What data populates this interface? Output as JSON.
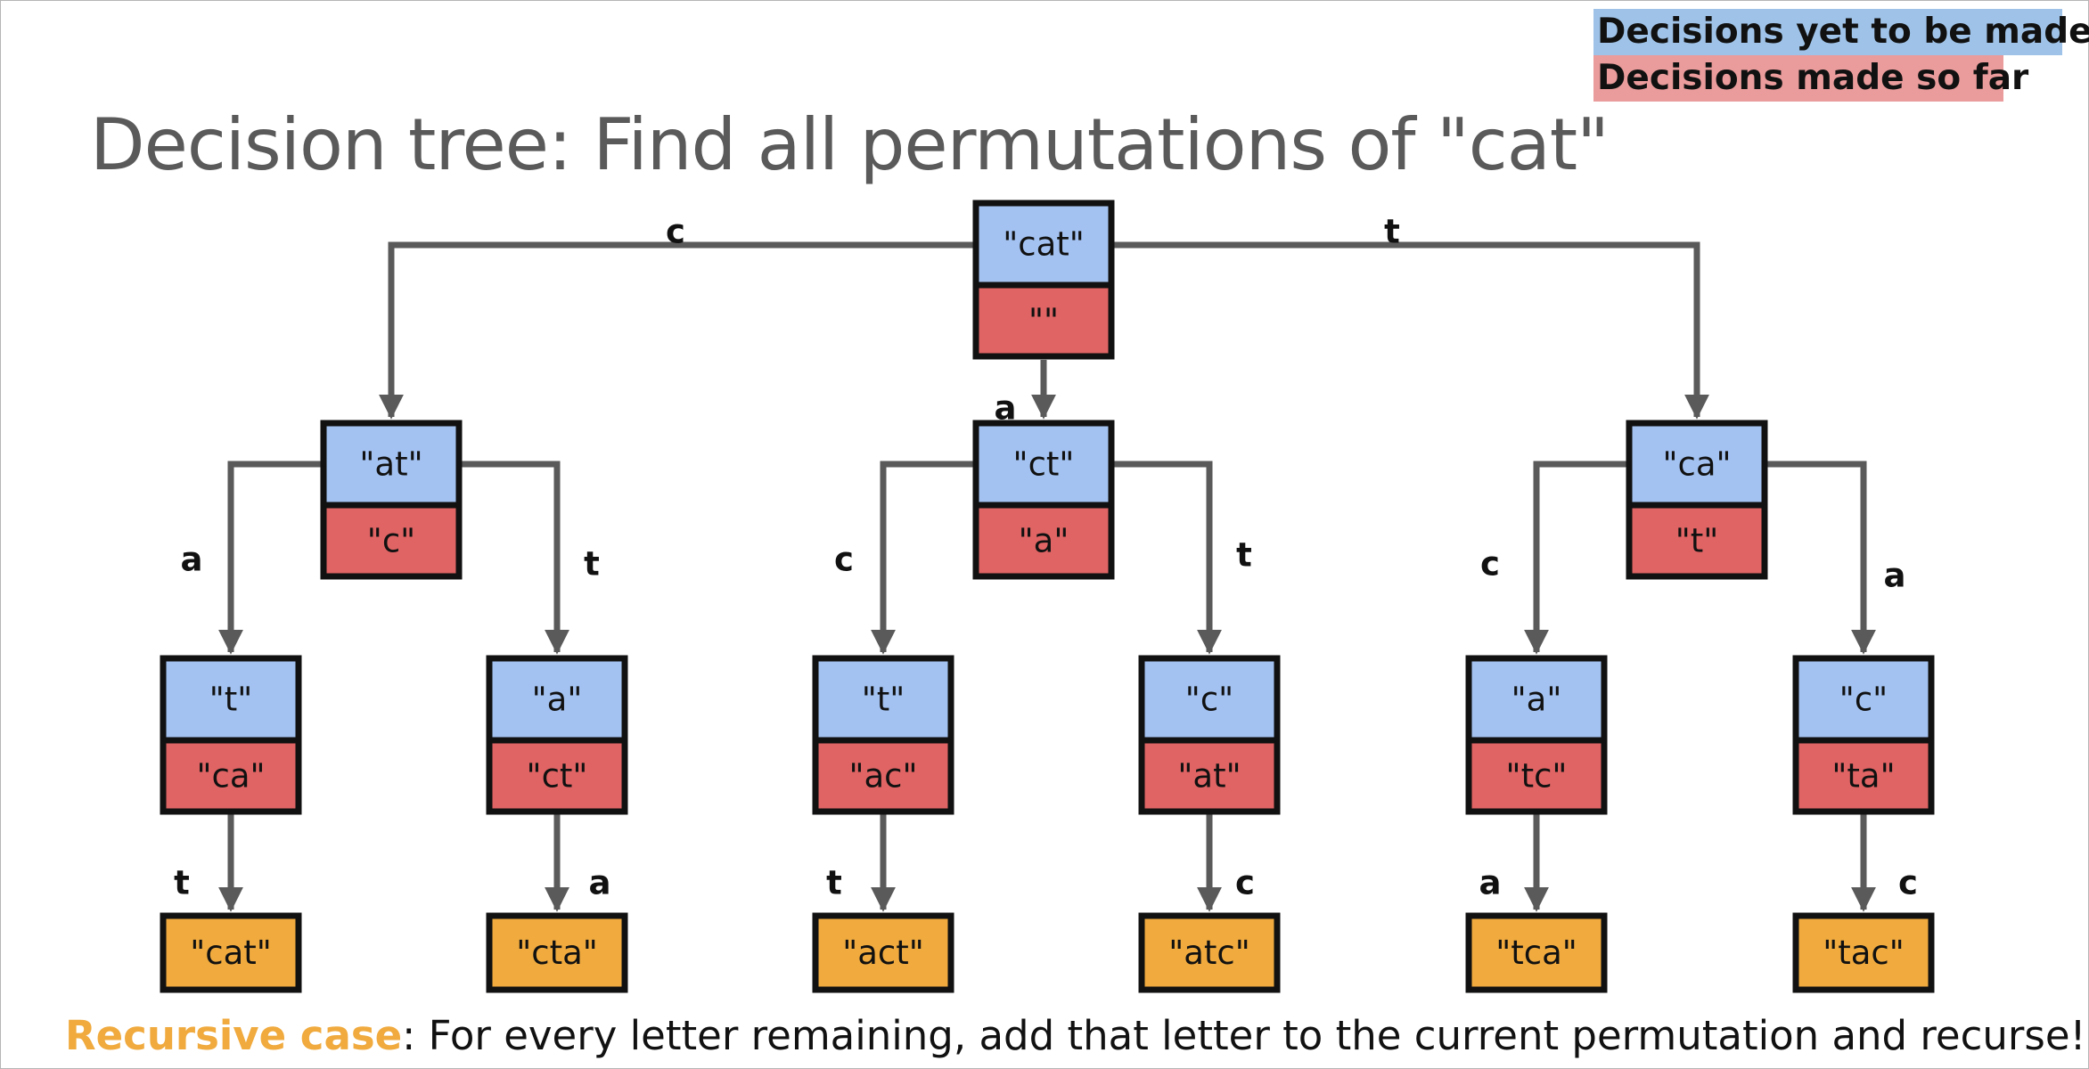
{
  "legend": {
    "yet": "Decisions yet to be made",
    "made": "Decisions made so far"
  },
  "title": "Decision tree: Find all permutations of \"cat\"",
  "footer": {
    "highlight": "Recursive case",
    "rest": ": For every letter remaining, add that letter to the current permutation and recurse!"
  },
  "colors": {
    "remaining": "#a3c2f1",
    "chosen": "#e06464",
    "result": "#f0aa3e",
    "edge": "#5a5a5a",
    "border": "#111111"
  },
  "nodes": [
    {
      "id": "root",
      "remaining": "\"cat\"",
      "chosen": "\"\""
    },
    {
      "id": "at",
      "remaining": "\"at\"",
      "chosen": "\"c\""
    },
    {
      "id": "ct",
      "remaining": "\"ct\"",
      "chosen": "\"a\""
    },
    {
      "id": "ca",
      "remaining": "\"ca\"",
      "chosen": "\"t\""
    },
    {
      "id": "t1",
      "remaining": "\"t\"",
      "chosen": "\"ca\""
    },
    {
      "id": "a1",
      "remaining": "\"a\"",
      "chosen": "\"ct\""
    },
    {
      "id": "t2",
      "remaining": "\"t\"",
      "chosen": "\"ac\""
    },
    {
      "id": "c1",
      "remaining": "\"c\"",
      "chosen": "\"at\""
    },
    {
      "id": "a2",
      "remaining": "\"a\"",
      "chosen": "\"tc\""
    },
    {
      "id": "c2",
      "remaining": "\"c\"",
      "chosen": "\"ta\""
    }
  ],
  "leaves": [
    "\"cat\"",
    "\"cta\"",
    "\"act\"",
    "\"atc\"",
    "\"tca\"",
    "\"tac\""
  ],
  "edges": [
    {
      "from": "root",
      "to": "at",
      "label": "c"
    },
    {
      "from": "root",
      "to": "ct",
      "label": "a"
    },
    {
      "from": "root",
      "to": "ca",
      "label": "t"
    },
    {
      "from": "at",
      "to": "t1",
      "label": "a"
    },
    {
      "from": "at",
      "to": "a1",
      "label": "t"
    },
    {
      "from": "ct",
      "to": "t2",
      "label": "c"
    },
    {
      "from": "ct",
      "to": "c1",
      "label": "t"
    },
    {
      "from": "ca",
      "to": "a2",
      "label": "c"
    },
    {
      "from": "ca",
      "to": "c2",
      "label": "a"
    },
    {
      "from": "t1",
      "to": "leaf0",
      "label": "t"
    },
    {
      "from": "a1",
      "to": "leaf1",
      "label": "a"
    },
    {
      "from": "t2",
      "to": "leaf2",
      "label": "t"
    },
    {
      "from": "c1",
      "to": "leaf3",
      "label": "c"
    },
    {
      "from": "a2",
      "to": "leaf4",
      "label": "a"
    },
    {
      "from": "c2",
      "to": "leaf5",
      "label": "c"
    }
  ]
}
